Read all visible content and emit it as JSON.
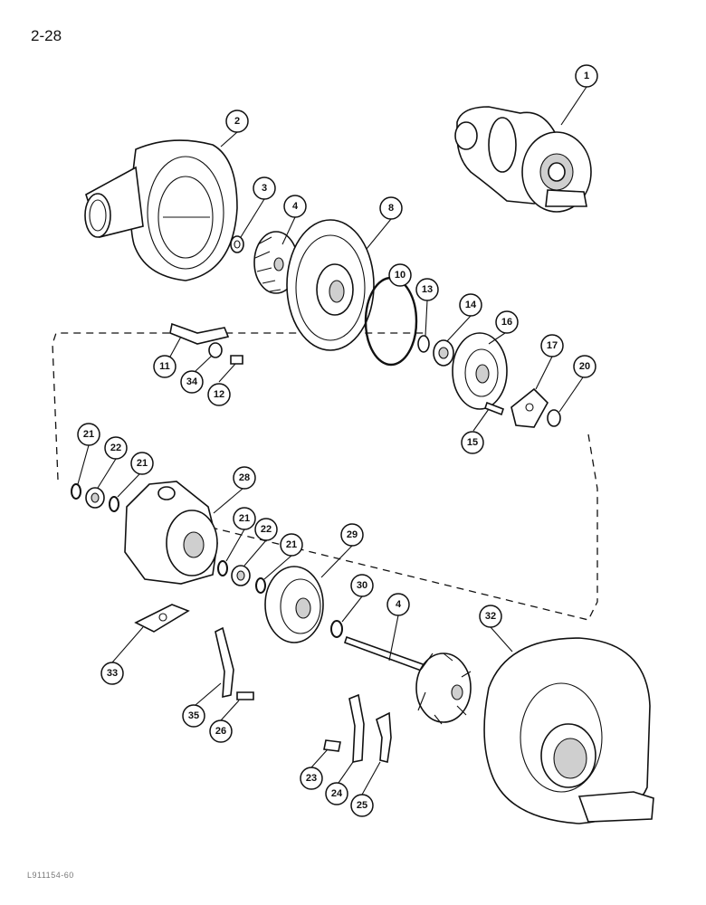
{
  "page_number": "2-28",
  "reference_code": "L911154-60",
  "callouts": [
    "1",
    "2",
    "3",
    "4",
    "8",
    "10",
    "13",
    "14",
    "16",
    "17",
    "20",
    "15",
    "11",
    "34",
    "12",
    "21",
    "22",
    "21",
    "28",
    "21",
    "22",
    "21",
    "29",
    "30",
    "4",
    "32",
    "33",
    "35",
    "26",
    "23",
    "24",
    "25"
  ]
}
